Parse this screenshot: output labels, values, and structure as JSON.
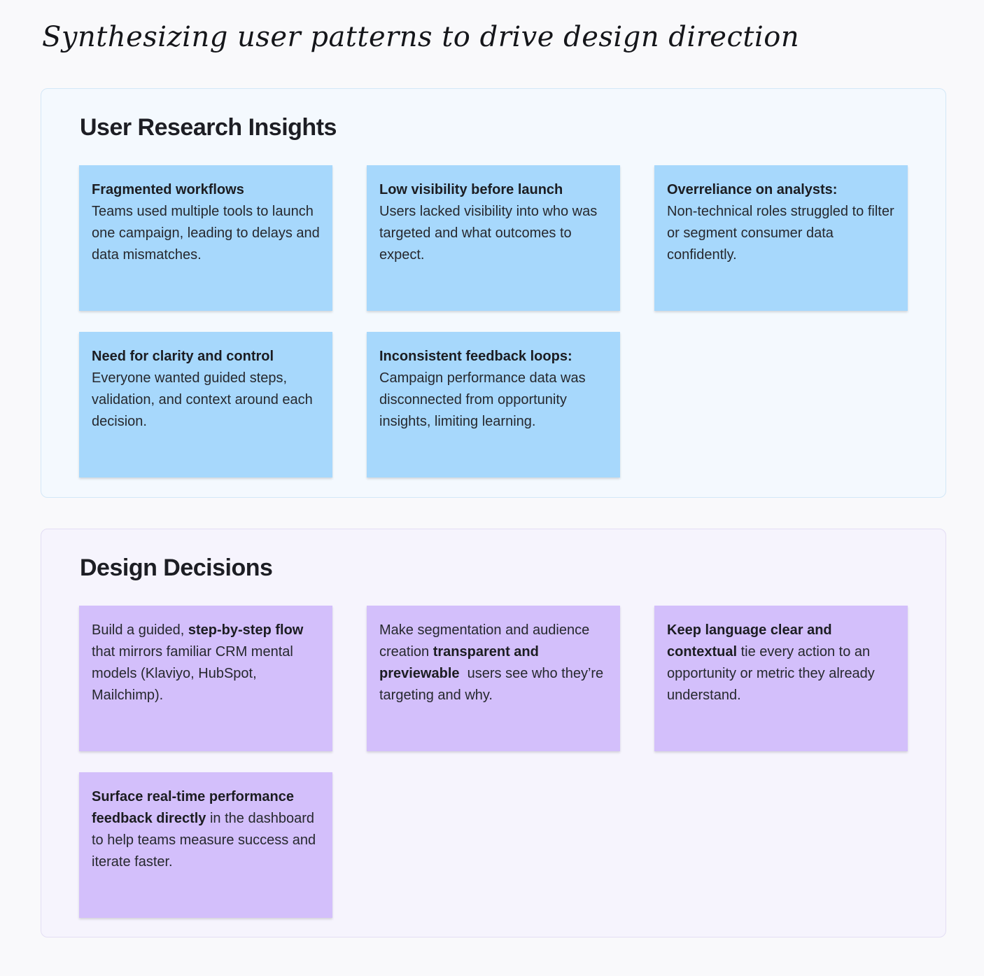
{
  "page": {
    "title": "Synthesizing user patterns to drive design direction"
  },
  "research": {
    "heading": "User Research Insights",
    "cards": [
      {
        "title": "Fragmented workflows",
        "body": "Teams used multiple tools to launch one campaign, leading to delays and data mismatches."
      },
      {
        "title": "Low visibility before launch",
        "body": "Users lacked visibility into who was targeted and what outcomes to expect."
      },
      {
        "title": "Overreliance on analysts:",
        "body": "Non-technical roles struggled to filter or segment consumer data confidently."
      },
      {
        "title": "Need for clarity and control",
        "body": "Everyone wanted guided steps, validation, and context around each decision."
      },
      {
        "title": "Inconsistent feedback loops:",
        "body": "Campaign performance data was disconnected from opportunity insights, limiting learning."
      }
    ]
  },
  "design": {
    "heading": "Design Decisions",
    "cards": [
      {
        "before": "Build a guided, ",
        "bold": "step-by-step flow",
        "after": " that mirrors familiar CRM mental models (Klaviyo, HubSpot, Mailchimp)."
      },
      {
        "before": "Make segmentation and audience creation ",
        "bold": "transparent and previewable",
        "after": "  users see who they’re targeting and why."
      },
      {
        "before": "",
        "bold": "Keep language clear and contextual",
        "after": " tie every action to an opportunity or metric they already understand."
      },
      {
        "before": "",
        "bold": "Surface real-time performance feedback directly",
        "after": " in the dashboard to help teams measure success and iterate faster."
      }
    ]
  },
  "colors": {
    "research_note": "#a7d8fc",
    "design_note": "#d3bffb",
    "research_panel": "#f4f9fe",
    "design_panel": "#f6f4fd"
  }
}
